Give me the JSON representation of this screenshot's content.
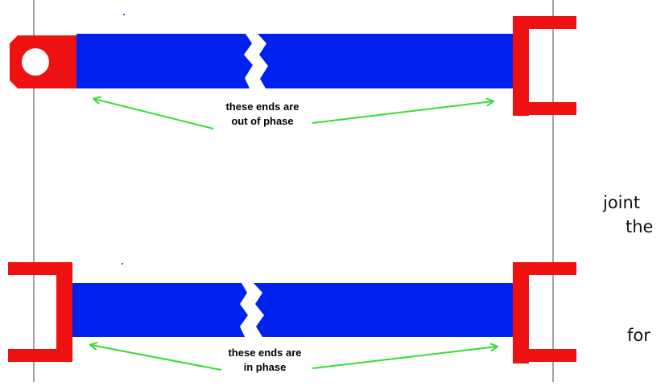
{
  "colors": {
    "shaft": "#0022ee",
    "yoke": "#ee1111",
    "arrow": "#33dd33",
    "rule_line": "#444444",
    "background": "#ffffff"
  },
  "top_diagram": {
    "caption_line1": "these ends are",
    "caption_line2": "out of phase"
  },
  "bottom_diagram": {
    "caption_line1": "these ends are",
    "caption_line2": "in phase"
  },
  "side_text": {
    "word1": "joint",
    "word2": "the",
    "word3": "for"
  }
}
